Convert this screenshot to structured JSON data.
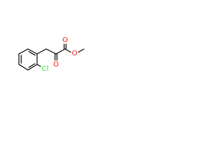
{
  "molecule": {
    "atoms": {
      "carbonyl_oxygen": "O",
      "ester_oxygen": "O",
      "ketone_oxygen": "O",
      "chlorine": "Cl"
    },
    "colors": {
      "bond": "#000000",
      "oxygen": "#ff0d0d",
      "chlorine": "#1ff01f"
    }
  }
}
